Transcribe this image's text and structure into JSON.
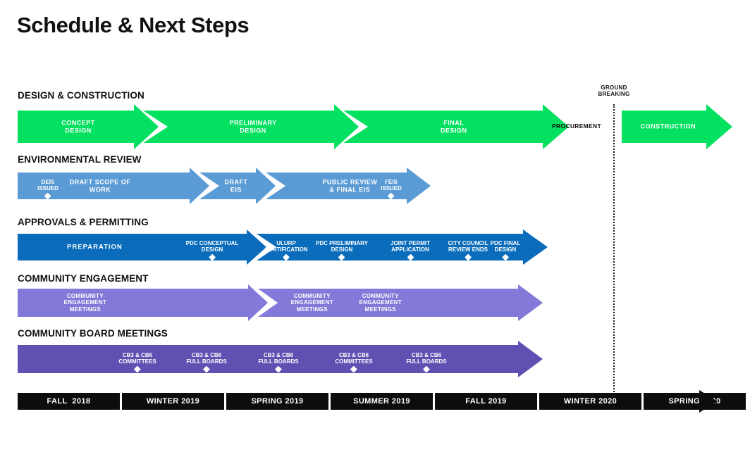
{
  "page": {
    "title": "Schedule & Next Steps"
  },
  "colors": {
    "green": "#04E05F",
    "light_blue": "#5B9BD5",
    "dark_blue": "#0A6CBA",
    "light_purple": "#8279D9",
    "dark_purple": "#6150B2",
    "black": "#0d0d0d",
    "white": "#ffffff"
  },
  "markers": {
    "ground_breaking": "GROUND\nBREAKING",
    "procurement": "PROCUREMENT"
  },
  "rows": [
    {
      "label": "DESIGN & CONSTRUCTION",
      "color_key": "green",
      "segments": [
        {
          "label": "CONCEPT\nDESIGN"
        },
        {
          "label": "PRELIMINARY\nDESIGN"
        },
        {
          "label": "FINAL\nDESIGN"
        },
        {
          "label": "CONSTRUCTION"
        }
      ]
    },
    {
      "label": "ENVIRONMENTAL REVIEW",
      "color_key": "light_blue",
      "segments": [
        {
          "label": "DRAFT SCOPE OF\nWORK"
        },
        {
          "label": "DRAFT\nEIS"
        },
        {
          "label": "PUBLIC REVIEW\n& FINAL EIS"
        }
      ],
      "milestones": [
        {
          "label": "DEIS\nISSUED"
        },
        {
          "label": "FEIS\nISSUED"
        }
      ]
    },
    {
      "label": "APPROVALS & PERMITTING",
      "color_key": "dark_blue",
      "segments": [
        {
          "label": "PREPARATION"
        }
      ],
      "milestones": [
        {
          "label": "PDC CONCEPTUAL\nDESIGN"
        },
        {
          "label": "ULURP\nCERTIFICATION"
        },
        {
          "label": "PDC PRELIMINARY\nDESIGN"
        },
        {
          "label": "JOINT PERMIT\nAPPLICATION"
        },
        {
          "label": "CITY COUNCIL\nREVIEW ENDS"
        },
        {
          "label": "PDC FINAL\nDESIGN"
        }
      ]
    },
    {
      "label": "COMMUNITY ENGAGEMENT",
      "color_key": "light_purple",
      "segments": [
        {
          "label": "COMMUNITY\nENGAGEMENT\nMEETINGS"
        },
        {
          "label": "COMMUNITY\nENGAGEMENT\nMEETINGS"
        },
        {
          "label": "COMMUNITY\nENGAGEMENT\nMEETINGS"
        }
      ]
    },
    {
      "label": "COMMUNITY BOARD MEETINGS",
      "color_key": "dark_purple",
      "milestones": [
        {
          "label": "CB3 & CB6\nCOMMITTEES"
        },
        {
          "label": "CB3 & CB6\nFULL BOARDS"
        },
        {
          "label": "CB3 & CB6\nFULL BOARDS"
        },
        {
          "label": "CB3 & CB6\nCOMMITTEES"
        },
        {
          "label": "CB3 & CB6\nFULL BOARDS"
        }
      ]
    }
  ],
  "timeline": {
    "periods": [
      "FALL  2018",
      "WINTER 2019",
      "SPRING 2019",
      "SUMMER 2019",
      "FALL 2019",
      "WINTER 2020",
      "SPRING 2020"
    ]
  }
}
